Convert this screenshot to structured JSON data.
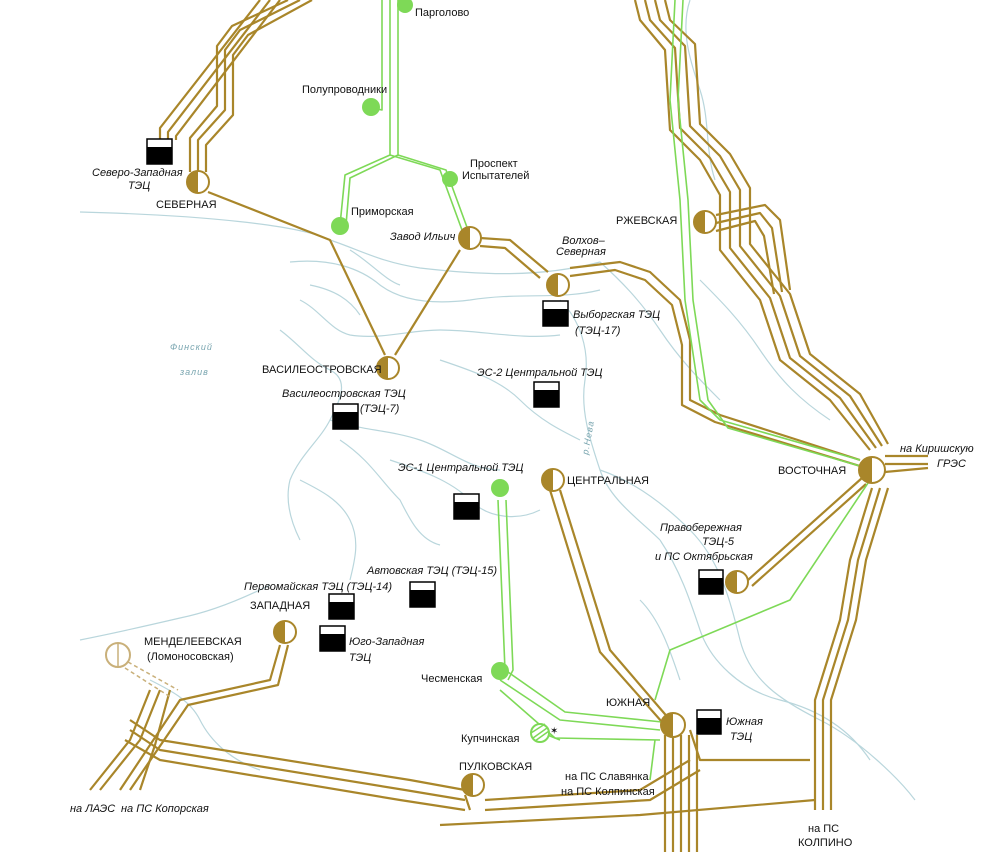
{
  "colors": {
    "line_330kv": "#a9862a",
    "line_110kv": "#7ed957",
    "water": "#b9d6dc",
    "tpp_fill": "#000000"
  },
  "water_labels": {
    "finsky": "Финский",
    "zaliv": "залив",
    "neva": "р.Нева"
  },
  "substations": {
    "severnaya": "СЕВЕРНАЯ",
    "vasileostrovskaya": "ВАСИЛЕОСТРОВСКАЯ",
    "zavod_ilyich": "Завод Ильич",
    "volkhov_severnaya_1": "Волхов–",
    "volkhov_severnaya_2": "Северная",
    "rzhevskaya": "РЖЕВСКАЯ",
    "vostochnaya": "ВОСТОЧНАЯ",
    "tsentralnaya": "ЦЕНТРАЛЬНАЯ",
    "zapadnaya": "ЗАПАДНАЯ",
    "mendeleevskaya_1": "МЕНДЕЛЕЕВСКАЯ",
    "mendeleevskaya_2": "(Ломоносовская)",
    "yuzhnaya": "ЮЖНАЯ",
    "pulkovskaya": "ПУЛКОВСКАЯ"
  },
  "small_substations": {
    "pargolovo": "Парголово",
    "poluprovodniki": "Полупроводники",
    "primorskaya": "Приморская",
    "prospekt_1": "Проспект",
    "prospekt_2": "Испытателей",
    "chesmenskaya": "Чесменская",
    "kupchinskaya": "Купчинская"
  },
  "tpps": {
    "severo_zapadnaya_1": "Северо-Западная",
    "severo_zapadnaya_2": "ТЭЦ",
    "vyborgskaya_1": "Выборгская ТЭЦ",
    "vyborgskaya_2": "(ТЭЦ-17)",
    "es2": "ЭС-2 Центральной ТЭЦ",
    "vasileostrovskaya_tec_1": "Василеостровская ТЭЦ",
    "vasileostrovskaya_tec_2": "(ТЭЦ-7)",
    "es1": "ЭС-1 Центральной ТЭЦ",
    "pravoberezhnaya_1": "Правобережная",
    "pravoberezhnaya_2": "ТЭЦ-5",
    "pravoberezhnaya_3": "и ПС Октябрьская",
    "avtovskaya": "Автовская ТЭЦ (ТЭЦ-15)",
    "pervomayskaya": "Первомайская ТЭЦ (ТЭЦ-14)",
    "yugo_zapadnaya_1": "Юго-Западная",
    "yugo_zapadnaya_2": "ТЭЦ",
    "yuzhnaya_tec_1": "Южная",
    "yuzhnaya_tec_2": "ТЭЦ"
  },
  "directions": {
    "kirishi_1": "на Киришскую",
    "kirishi_2": "ГРЭС",
    "laes": "на ЛАЭС",
    "koporskaya": "на ПС Копорская",
    "slavyanka": "на ПС Славянка",
    "kolpinskaya": "на ПС Колпинская",
    "kolpino_1": "на ПС",
    "kolpino_2": "КОЛПИНО"
  }
}
